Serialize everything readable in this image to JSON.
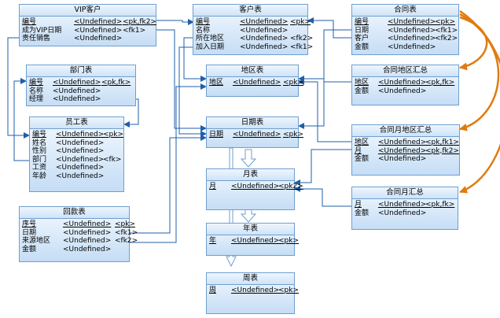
{
  "type_label": "<Undefined>",
  "tables": {
    "vip": {
      "title": "VIP客户",
      "rows": [
        {
          "name": "编号",
          "key": "<pk,fk2>",
          "pk": true
        },
        {
          "name": "成为VIP日期",
          "key": "<fk1>",
          "pk": false
        },
        {
          "name": "责任销售",
          "key": "",
          "pk": false
        }
      ]
    },
    "kehu": {
      "title": "客户表",
      "rows": [
        {
          "name": "编号",
          "key": "<pk>",
          "pk": true
        },
        {
          "name": "名称",
          "key": "",
          "pk": false
        },
        {
          "name": "所在地区",
          "key": "<fk2>",
          "pk": false
        },
        {
          "name": "加入日期",
          "key": "<fk1>",
          "pk": false
        }
      ]
    },
    "hetong": {
      "title": "合同表",
      "rows": [
        {
          "name": "编号",
          "key": "<pk>",
          "pk": true
        },
        {
          "name": "日期",
          "key": "<fk1>",
          "pk": false
        },
        {
          "name": "客户",
          "key": "<fk2>",
          "pk": false
        },
        {
          "name": "金额",
          "key": "",
          "pk": false
        }
      ]
    },
    "bumen": {
      "title": "部门表",
      "rows": [
        {
          "name": "编号",
          "key": "<pk,fk>",
          "pk": true
        },
        {
          "name": "名称",
          "key": "",
          "pk": false
        },
        {
          "name": "经理",
          "key": "",
          "pk": false
        }
      ]
    },
    "diqu": {
      "title": "地区表",
      "rows": [
        {
          "name": "地区",
          "key": "<pk>",
          "pk": true
        }
      ]
    },
    "htdq": {
      "title": "合同地区汇总",
      "rows": [
        {
          "name": "地区",
          "key": "<pk,fk>",
          "pk": true
        },
        {
          "name": "金额",
          "key": "",
          "pk": false
        }
      ]
    },
    "yuangong": {
      "title": "员工表",
      "rows": [
        {
          "name": "编号",
          "key": "<pk>",
          "pk": true
        },
        {
          "name": "姓名",
          "key": "",
          "pk": false
        },
        {
          "name": "性别",
          "key": "",
          "pk": false
        },
        {
          "name": "部门",
          "key": "<fk>",
          "pk": false
        },
        {
          "name": "工资",
          "key": "",
          "pk": false
        },
        {
          "name": "年龄",
          "key": "",
          "pk": false
        }
      ]
    },
    "riqi": {
      "title": "日期表",
      "rows": [
        {
          "name": "日期",
          "key": "<pk>",
          "pk": true
        }
      ]
    },
    "htydq": {
      "title": "合同月地区汇总",
      "rows": [
        {
          "name": "地区",
          "key": "<pk,fk1>",
          "pk": true
        },
        {
          "name": "月",
          "key": "<pk,fk2>",
          "pk": true
        },
        {
          "name": "金额",
          "key": "",
          "pk": false
        }
      ]
    },
    "yue": {
      "title": "月表",
      "rows": [
        {
          "name": "月",
          "key": "<pk2>",
          "pk": true
        }
      ]
    },
    "htyue": {
      "title": "合同月汇总",
      "rows": [
        {
          "name": "月",
          "key": "<pk,fk>",
          "pk": true
        },
        {
          "name": "金额",
          "key": "",
          "pk": false
        }
      ]
    },
    "huikuan": {
      "title": "回款表",
      "rows": [
        {
          "name": "序号",
          "key": "<pk>",
          "pk": true
        },
        {
          "name": "日期",
          "key": "<fk1>",
          "pk": false
        },
        {
          "name": "来源地区",
          "key": "<fk2>",
          "pk": false
        },
        {
          "name": "金额",
          "key": "",
          "pk": false
        }
      ]
    },
    "nian": {
      "title": "年表",
      "rows": [
        {
          "name": "年",
          "key": "<pk>",
          "pk": true
        }
      ]
    },
    "zhou": {
      "title": "周表",
      "rows": [
        {
          "name": "周",
          "key": "<pk>",
          "pk": true
        }
      ]
    }
  }
}
